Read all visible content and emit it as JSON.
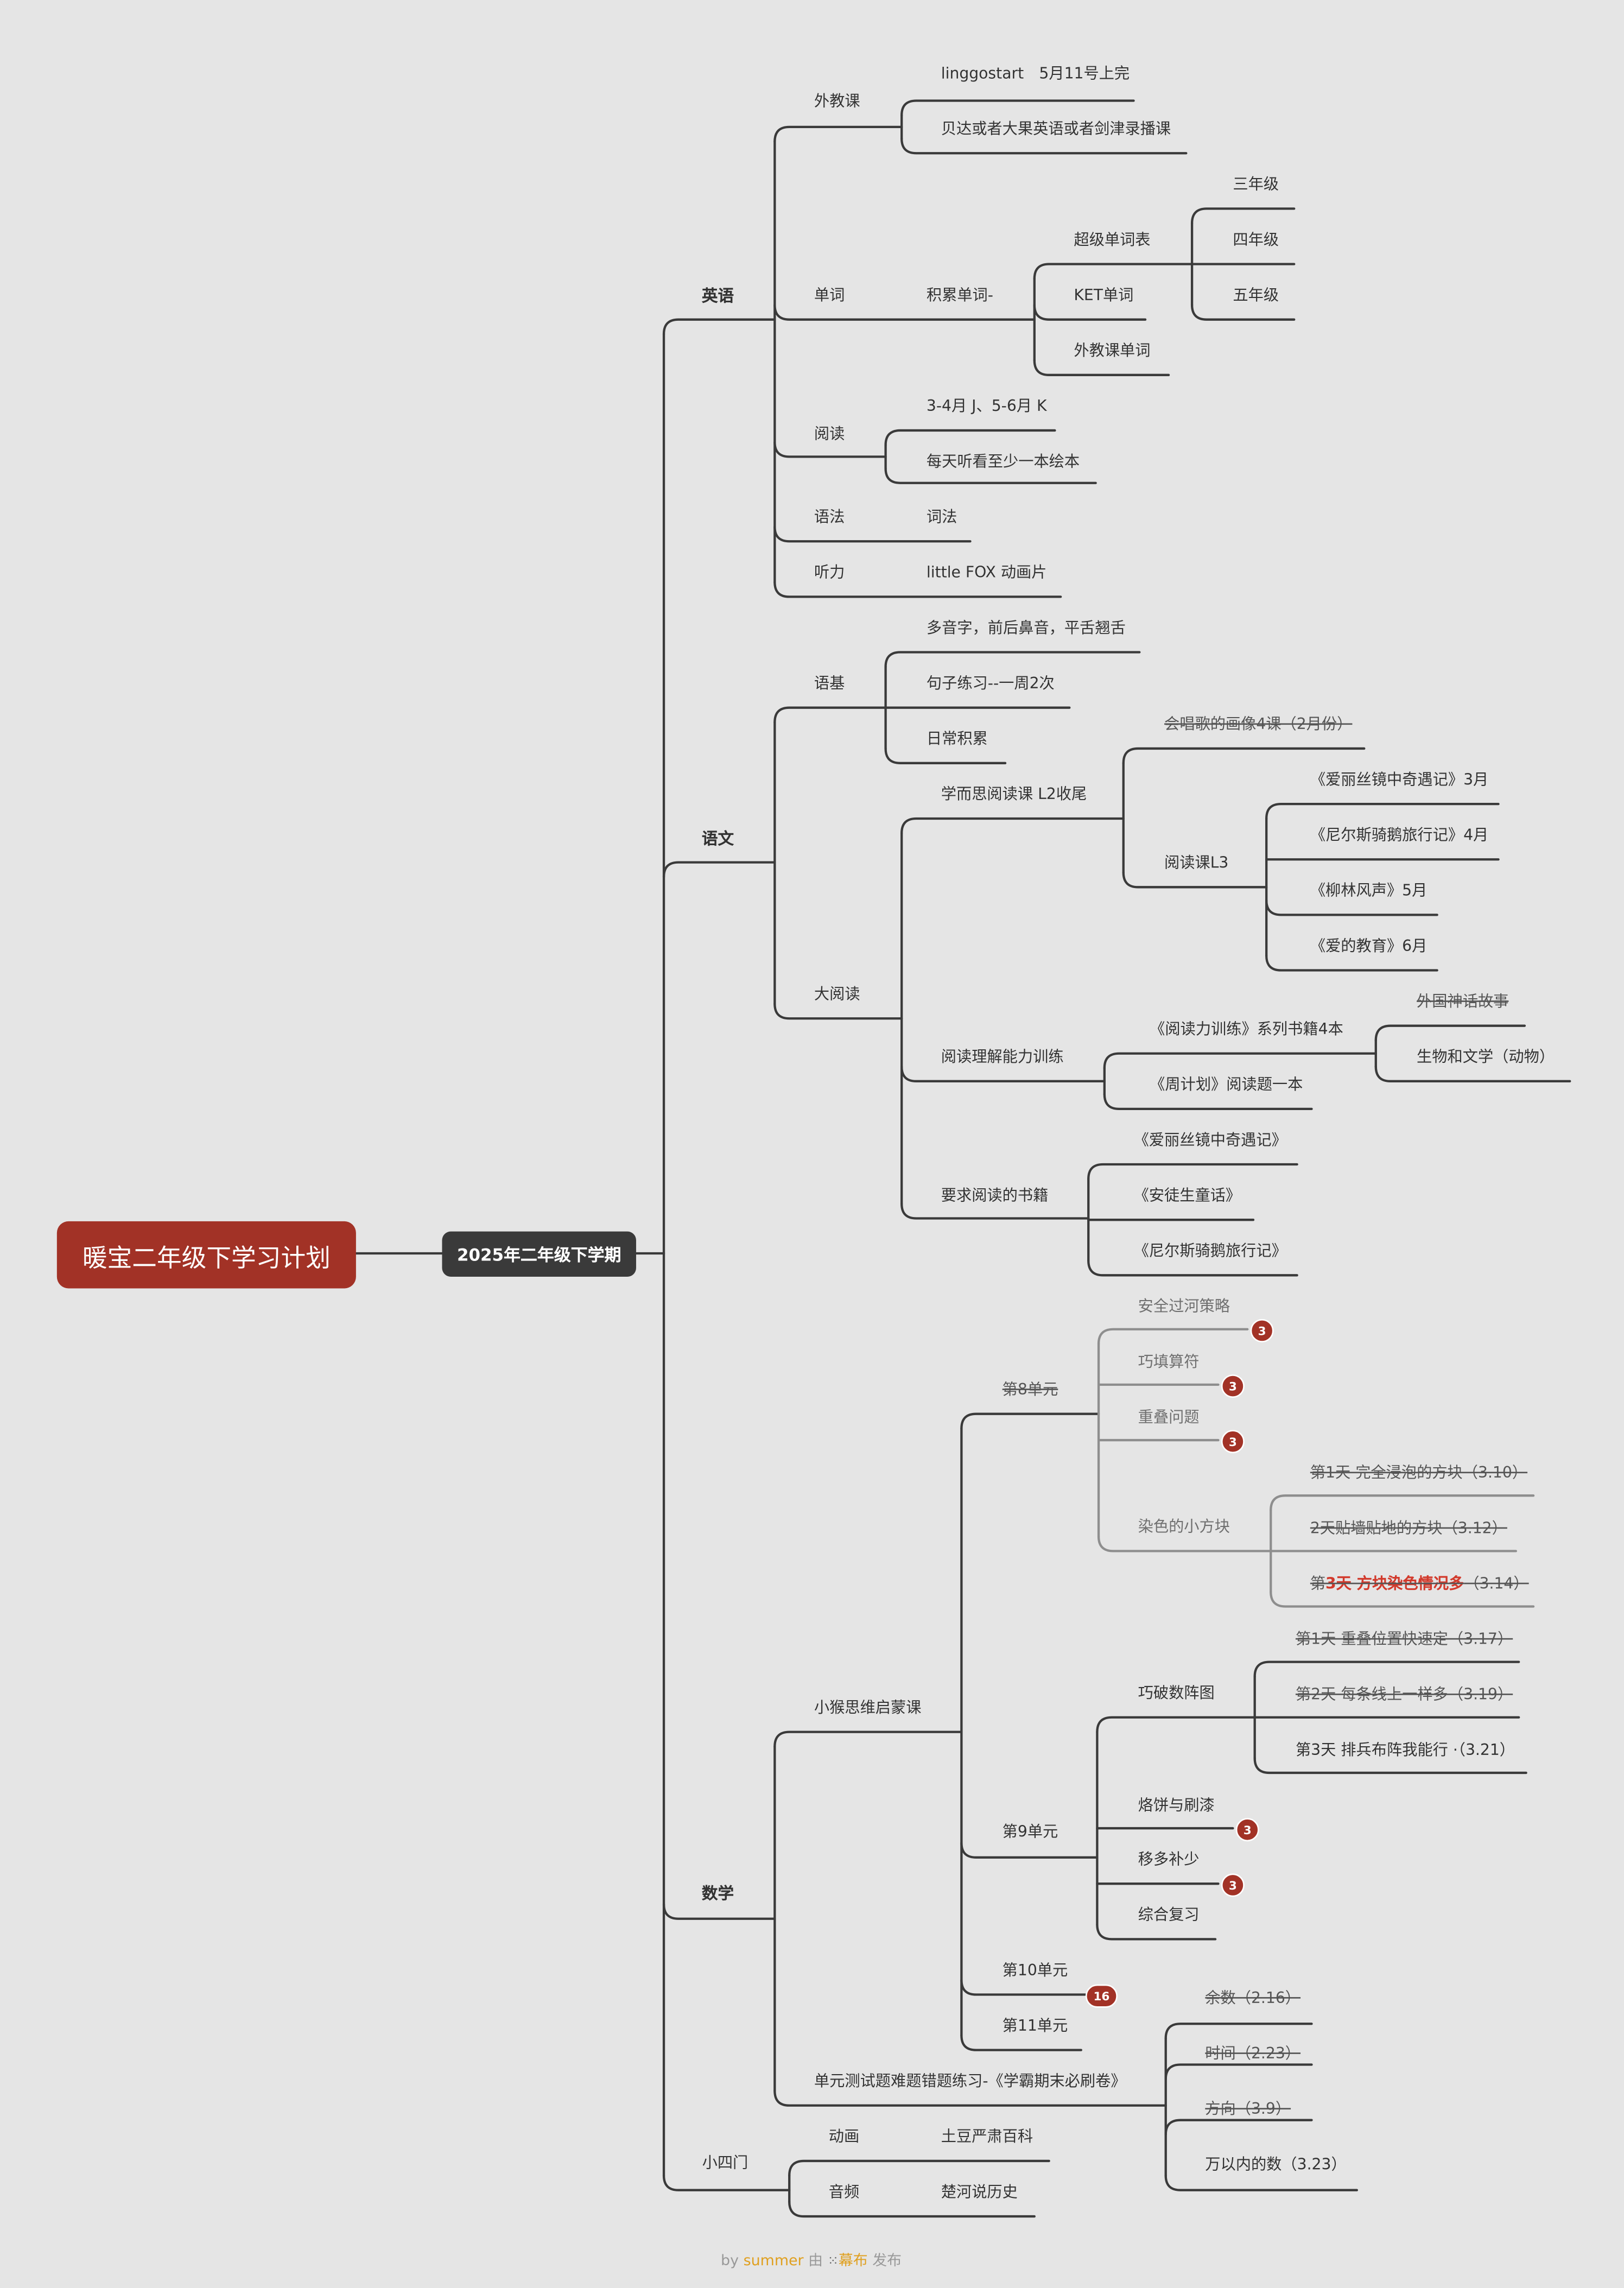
{
  "root": "暖宝二年级下学习计划",
  "term": "2025年二年级下学期",
  "english": {
    "label": "英语",
    "foreign": {
      "label": "外教课",
      "linggo": "linggostart　5月11号上完",
      "record": "贝达或者大果英语或者剑津录播课"
    },
    "vocab": {
      "label": "单词",
      "accum": "积累单词-",
      "super": "超级单词表",
      "g3": "三年级",
      "g4": "四年级",
      "g5": "五年级",
      "ket": "KET单词",
      "foreign_words": "外教课单词"
    },
    "reading": {
      "label": "阅读",
      "level": "3-4月 J、5-6月 K",
      "daily": "每天听看至少一本绘本"
    },
    "grammar": {
      "label": "语法",
      "item": "词法"
    },
    "listening": {
      "label": "听力",
      "item": "little FOX 动画片"
    }
  },
  "chinese": {
    "label": "语文",
    "basics": {
      "label": "语基",
      "a": "多音字，前后鼻音，平舌翘舌",
      "b": "句子练习--一周2次",
      "c": "日常积累"
    },
    "bigread": {
      "label": "大阅读",
      "xes": "学而思阅读课 L2收尾",
      "song": "会唱歌的画像4课（2月份）",
      "l3": "阅读课L3",
      "b1": "《爱丽丝镜中奇遇记》3月",
      "b2": "《尼尔斯骑鹅旅行记》4月",
      "b3": "《柳林风声》5月",
      "b4": "《爱的教育》6月",
      "comp": "阅读理解能力训练",
      "train": "《阅读力训练》系列书籍4本",
      "weekly": "《周计划》阅读题一本",
      "myth": "外国神话故事",
      "bio": "生物和文学（动物）",
      "req": "要求阅读的书籍",
      "r1": "《爱丽丝镜中奇遇记》",
      "r2": "《安徒生童话》",
      "r3": "《尼尔斯骑鹅旅行记》"
    }
  },
  "math": {
    "label": "数学",
    "monkey": "小猴思维启蒙课",
    "u8": {
      "label": "第8单元",
      "a": "安全过河策略",
      "a_badge": "3",
      "b": "巧填算符",
      "b_badge": "3",
      "c": "重叠问题",
      "c_badge": "3",
      "d": "染色的小方块",
      "d1": "第1天 完全浸泡的方块（3.10）",
      "d2": "2天贴墙贴地的方块（3.12）",
      "d3_pre": "第",
      "d3_hl": "3天 方块染色情况多",
      "d3_post": "（3.14）"
    },
    "u9": {
      "label": "第9单元",
      "pz": "巧破数阵图",
      "pz1": "第1天 重叠位置快速定（3.17）",
      "pz2": "第2天 每条线上一样多（3.19）",
      "pz3": "第3天 排兵布阵我能行 ·（3.21）",
      "cake": "烙饼与刷漆",
      "cake_badge": "3",
      "move": "移多补少",
      "move_badge": "3",
      "review": "综合复习"
    },
    "u10": {
      "label": "第10单元",
      "badge": "16"
    },
    "u11": "第11单元",
    "test": "单元测试题难题错题练习-《学霸期末必刷卷》",
    "t1": "余数（2.16）",
    "t2": "时间（2.23）",
    "t3": "方向（3.9）",
    "t4": "万以内的数（3.23）"
  },
  "extra": {
    "label": "小四门",
    "anim_label": "动画",
    "anim": "土豆严肃百科",
    "audio_label": "音频",
    "audio": "楚河说历史"
  },
  "footer": {
    "by": "by",
    "user": "summer",
    "via": "由",
    "brand": "幕布",
    "publish": "发布"
  },
  "colors": {
    "root": "#a23226",
    "term": "#3a3a3a",
    "badge": "#a23226",
    "highlight": "#d23a2c",
    "background": "#e5e5e5"
  },
  "icons": {
    "footer_logo": "mubu-logo-icon"
  }
}
